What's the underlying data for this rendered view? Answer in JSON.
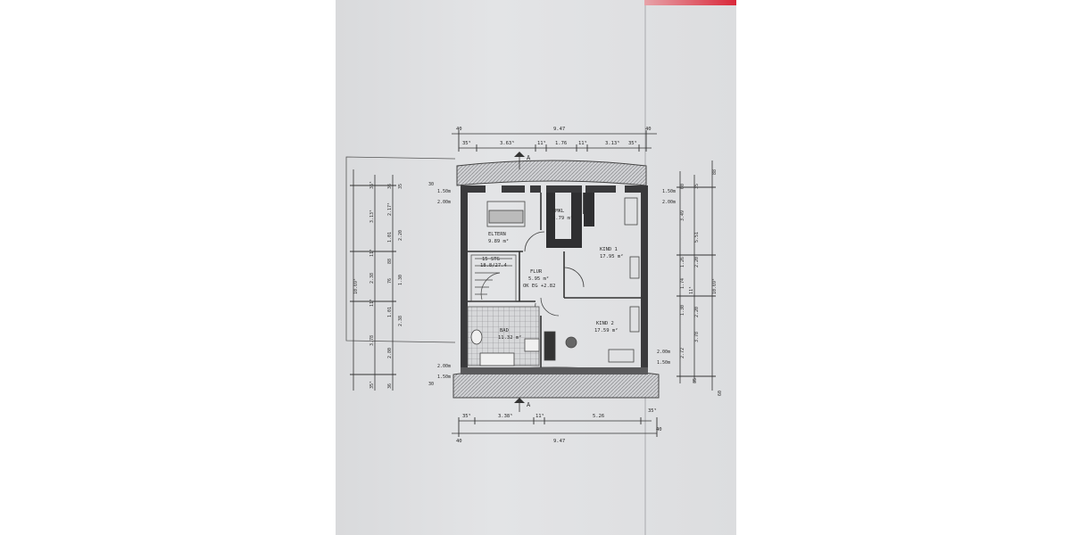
{
  "rooms": {
    "eltern": {
      "name": "ELTERN",
      "area": "9.89 m²"
    },
    "umkl": {
      "name": "UMKL",
      "area": "4.79 m²"
    },
    "kind1": {
      "name": "KIND 1",
      "area": "17.95 m²"
    },
    "flur": {
      "name": "FLUR",
      "area": "5.95 m²",
      "level": "OK EG +2.82"
    },
    "stair": {
      "name": "15 STG",
      "size": "18.8/27.4"
    },
    "bad": {
      "name": "BAD",
      "area": "11.32 m²"
    },
    "kind2": {
      "name": "KIND 2",
      "area": "17.59 m²"
    }
  },
  "section_marks": {
    "top": "A",
    "bottom": "A"
  },
  "dims": {
    "top_left_40": "40",
    "top_total": "9.47",
    "top_right_40": "40",
    "top_35a": "35⁵",
    "top_363": "3.63⁵",
    "top_11a": "11⁵",
    "top_176": "1.76",
    "top_11b": "11⁵",
    "top_313": "3.13⁵",
    "top_35b": "35⁵",
    "bot_35a": "35⁵",
    "bot_338": "3.38⁵",
    "bot_11": "11⁵",
    "bot_526": "5.26",
    "bot_35b": "35⁵",
    "bot_left_40": "40",
    "bot_total": "9.47",
    "bot_right_40": "40",
    "l_1069": "10.69⁵",
    "l_35t": "35⁵",
    "l_313": "3.13⁵",
    "l_11a": "11⁵",
    "l_238": "2.38",
    "l_11b": "11⁵",
    "l_378": "3.78",
    "l_35b": "35⁵",
    "l_36t": "36",
    "l_217": "2.17⁵",
    "l_101a": "1.01",
    "l_88": "88",
    "l_76": "76",
    "l_101b": "1.01",
    "l_280": "2.80",
    "l_36b": "36",
    "l_2_35": "35",
    "l_220a": "2.20",
    "l_130": "1.30",
    "l_238b": "2.38",
    "l_150t": "1.50m",
    "l_200t": "2.00m",
    "l_200b": "2.00m",
    "l_150b": "1.50m",
    "l_30t": "30",
    "l_30b": "30",
    "r_150t": "1.50m",
    "r_200t": "2.00m",
    "r_200b": "2.00m",
    "r_150b": "1.50m",
    "r_1069": "10.69⁵",
    "r_551": "5.51",
    "r_349": "3.49",
    "r_126": "1.26",
    "r_174": "1.74",
    "r_130": "1.30",
    "r_220a": "2.20",
    "r_220b": "2.20",
    "r_11": "11⁵",
    "r_378": "3.78",
    "r_272": "2.72",
    "r_35": "35",
    "r_60a": "60",
    "r_60b": "60",
    "r_88": "88",
    "r_35b": "35"
  }
}
